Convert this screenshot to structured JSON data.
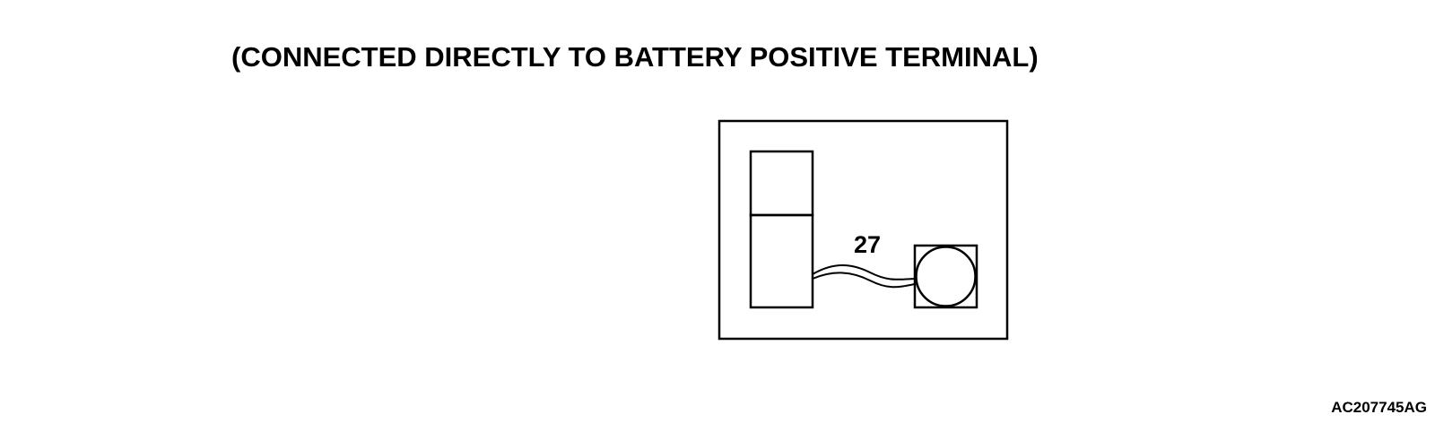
{
  "title": "(CONNECTED DIRECTLY TO BATTERY POSITIVE TERMINAL)",
  "wire_label": "27",
  "figure_id": "AC207745AG",
  "colors": {
    "stroke": "#000000",
    "background": "#ffffff"
  }
}
